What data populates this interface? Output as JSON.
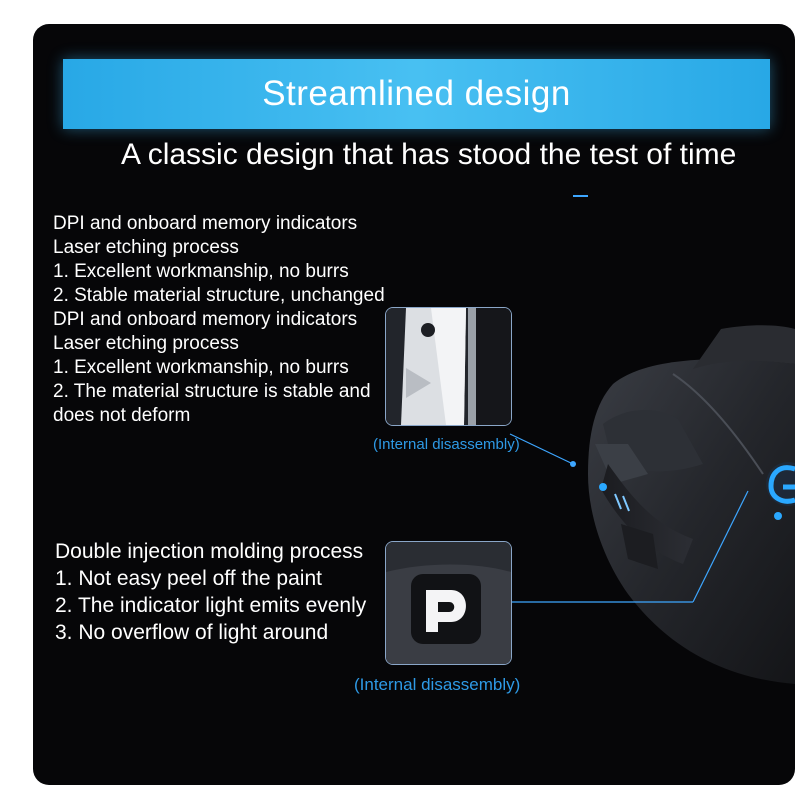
{
  "banner": {
    "title": "Streamlined design"
  },
  "headline": "A classic design that has stood the test of time",
  "block1": {
    "lines": [
      "DPI and onboard memory indicators",
      "Laser etching process",
      "1. Excellent workmanship, no burrs",
      "2. Stable material structure, unchanged DPI and onboard memory indicators",
      "Laser etching process",
      "1. Excellent workmanship, no burrs",
      "2. The material structure is stable and does not deform"
    ]
  },
  "block2": {
    "lines": [
      "Double injection molding process",
      "1. Not easy  peel off the paint",
      "2. The indicator light emits evenly",
      "3. No overflow of light around"
    ]
  },
  "captions": {
    "inset1": "(Internal disassembly)",
    "inset2": "(Internal disassembly)"
  },
  "colors": {
    "banner": "#3bb4ee",
    "caption": "#2e9ae6",
    "glow": "#2aa8ff",
    "background": "#060608"
  },
  "icons": {
    "mouse": "gaming-mouse-photo",
    "logo": "g-logo-icon",
    "inset1": "indicator-closeup",
    "inset2": "p-light-closeup"
  }
}
